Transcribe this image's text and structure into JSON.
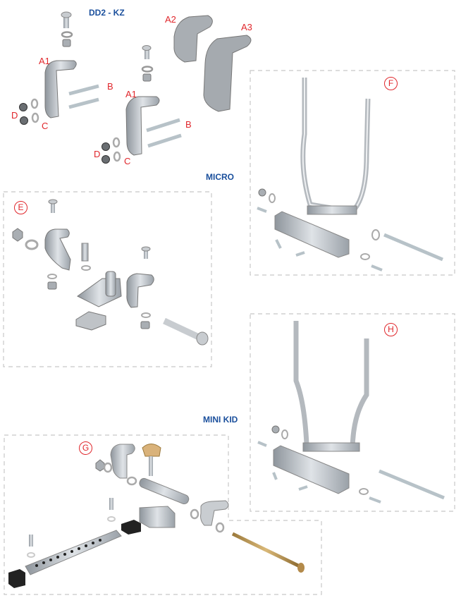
{
  "sections": {
    "dd2_kz": {
      "title": "DD2 - KZ",
      "labels": {
        "a2": "A2",
        "a3": "A3",
        "a1_left": "A1",
        "b_left": "B",
        "d_left": "D",
        "c_left": "C",
        "a1_right": "A1",
        "b_right": "B",
        "d_right": "D",
        "c_right": "C"
      }
    },
    "micro": {
      "title": "MICRO",
      "marker": "E"
    },
    "kit_f": {
      "marker": "F"
    },
    "kit_h": {
      "marker": "H"
    },
    "mini_kid": {
      "title": "MINI KID",
      "marker": "G"
    }
  },
  "colors": {
    "label": "#e0262b",
    "title": "#1a4f9c",
    "dash": "#c8c8c8",
    "metal": "#b9bec4",
    "knob": "#d9b27a",
    "rod": "#b38a4a"
  }
}
